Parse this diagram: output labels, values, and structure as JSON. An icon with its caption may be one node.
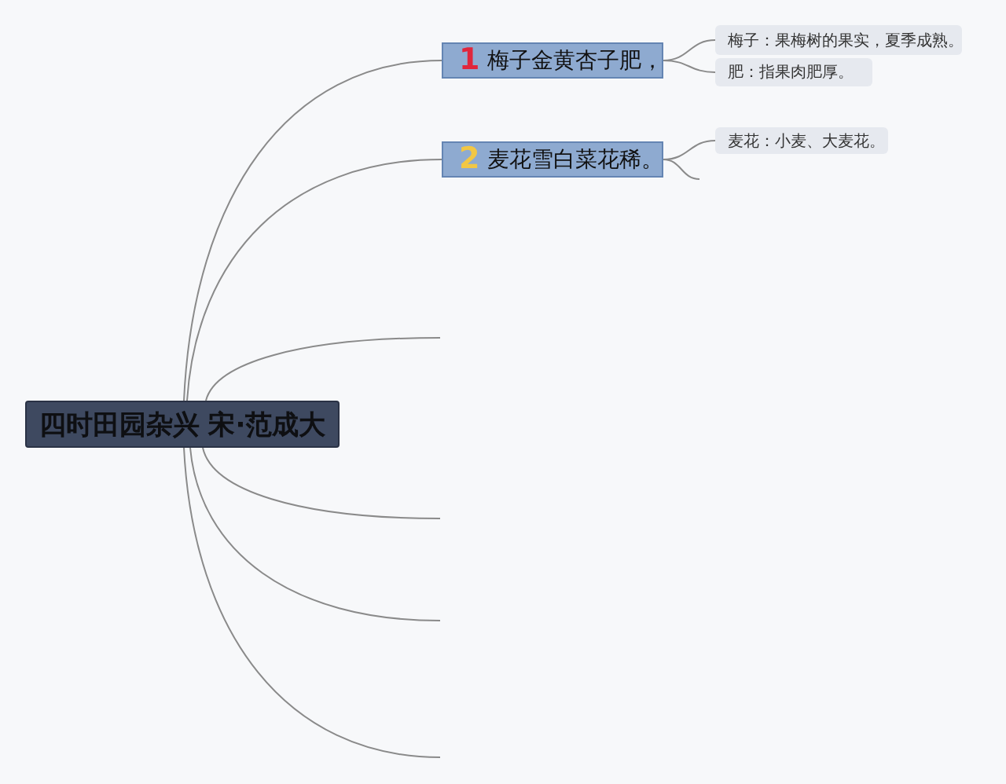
{
  "diagram": {
    "nodes": [
      {
        "text": [
          "四时田园杂兴 宋·范成大"
        ]
      },
      {
        "text": [
          "1",
          "梅子金黄杏子肥，"
        ]
      },
      {
        "text": [
          "2",
          "麦花雪白菜花稀。"
        ]
      },
      {
        "text": [
          "梅子：果梅树的果实，夏季成熟。"
        ]
      },
      {
        "text": [
          "肥：指果肉肥厚。"
        ]
      },
      {
        "text": [
          "麦花：小麦、大麦花。"
        ]
      }
    ],
    "edges": [
      {
        "from": 0,
        "to": 1,
        "arrow": "none"
      },
      {
        "from": 0,
        "to": 2,
        "arrow": "none"
      },
      {
        "from": 0,
        "to": null,
        "arrow": "none"
      },
      {
        "from": 0,
        "to": null,
        "arrow": "none"
      },
      {
        "from": 0,
        "to": null,
        "arrow": "none"
      },
      {
        "from": 0,
        "to": null,
        "arrow": "none"
      },
      {
        "from": 1,
        "to": 3,
        "arrow": "none"
      },
      {
        "from": 1,
        "to": 4,
        "arrow": "none"
      },
      {
        "from": 2,
        "to": 5,
        "arrow": "none"
      },
      {
        "from": 2,
        "to": null,
        "arrow": "none"
      }
    ]
  }
}
